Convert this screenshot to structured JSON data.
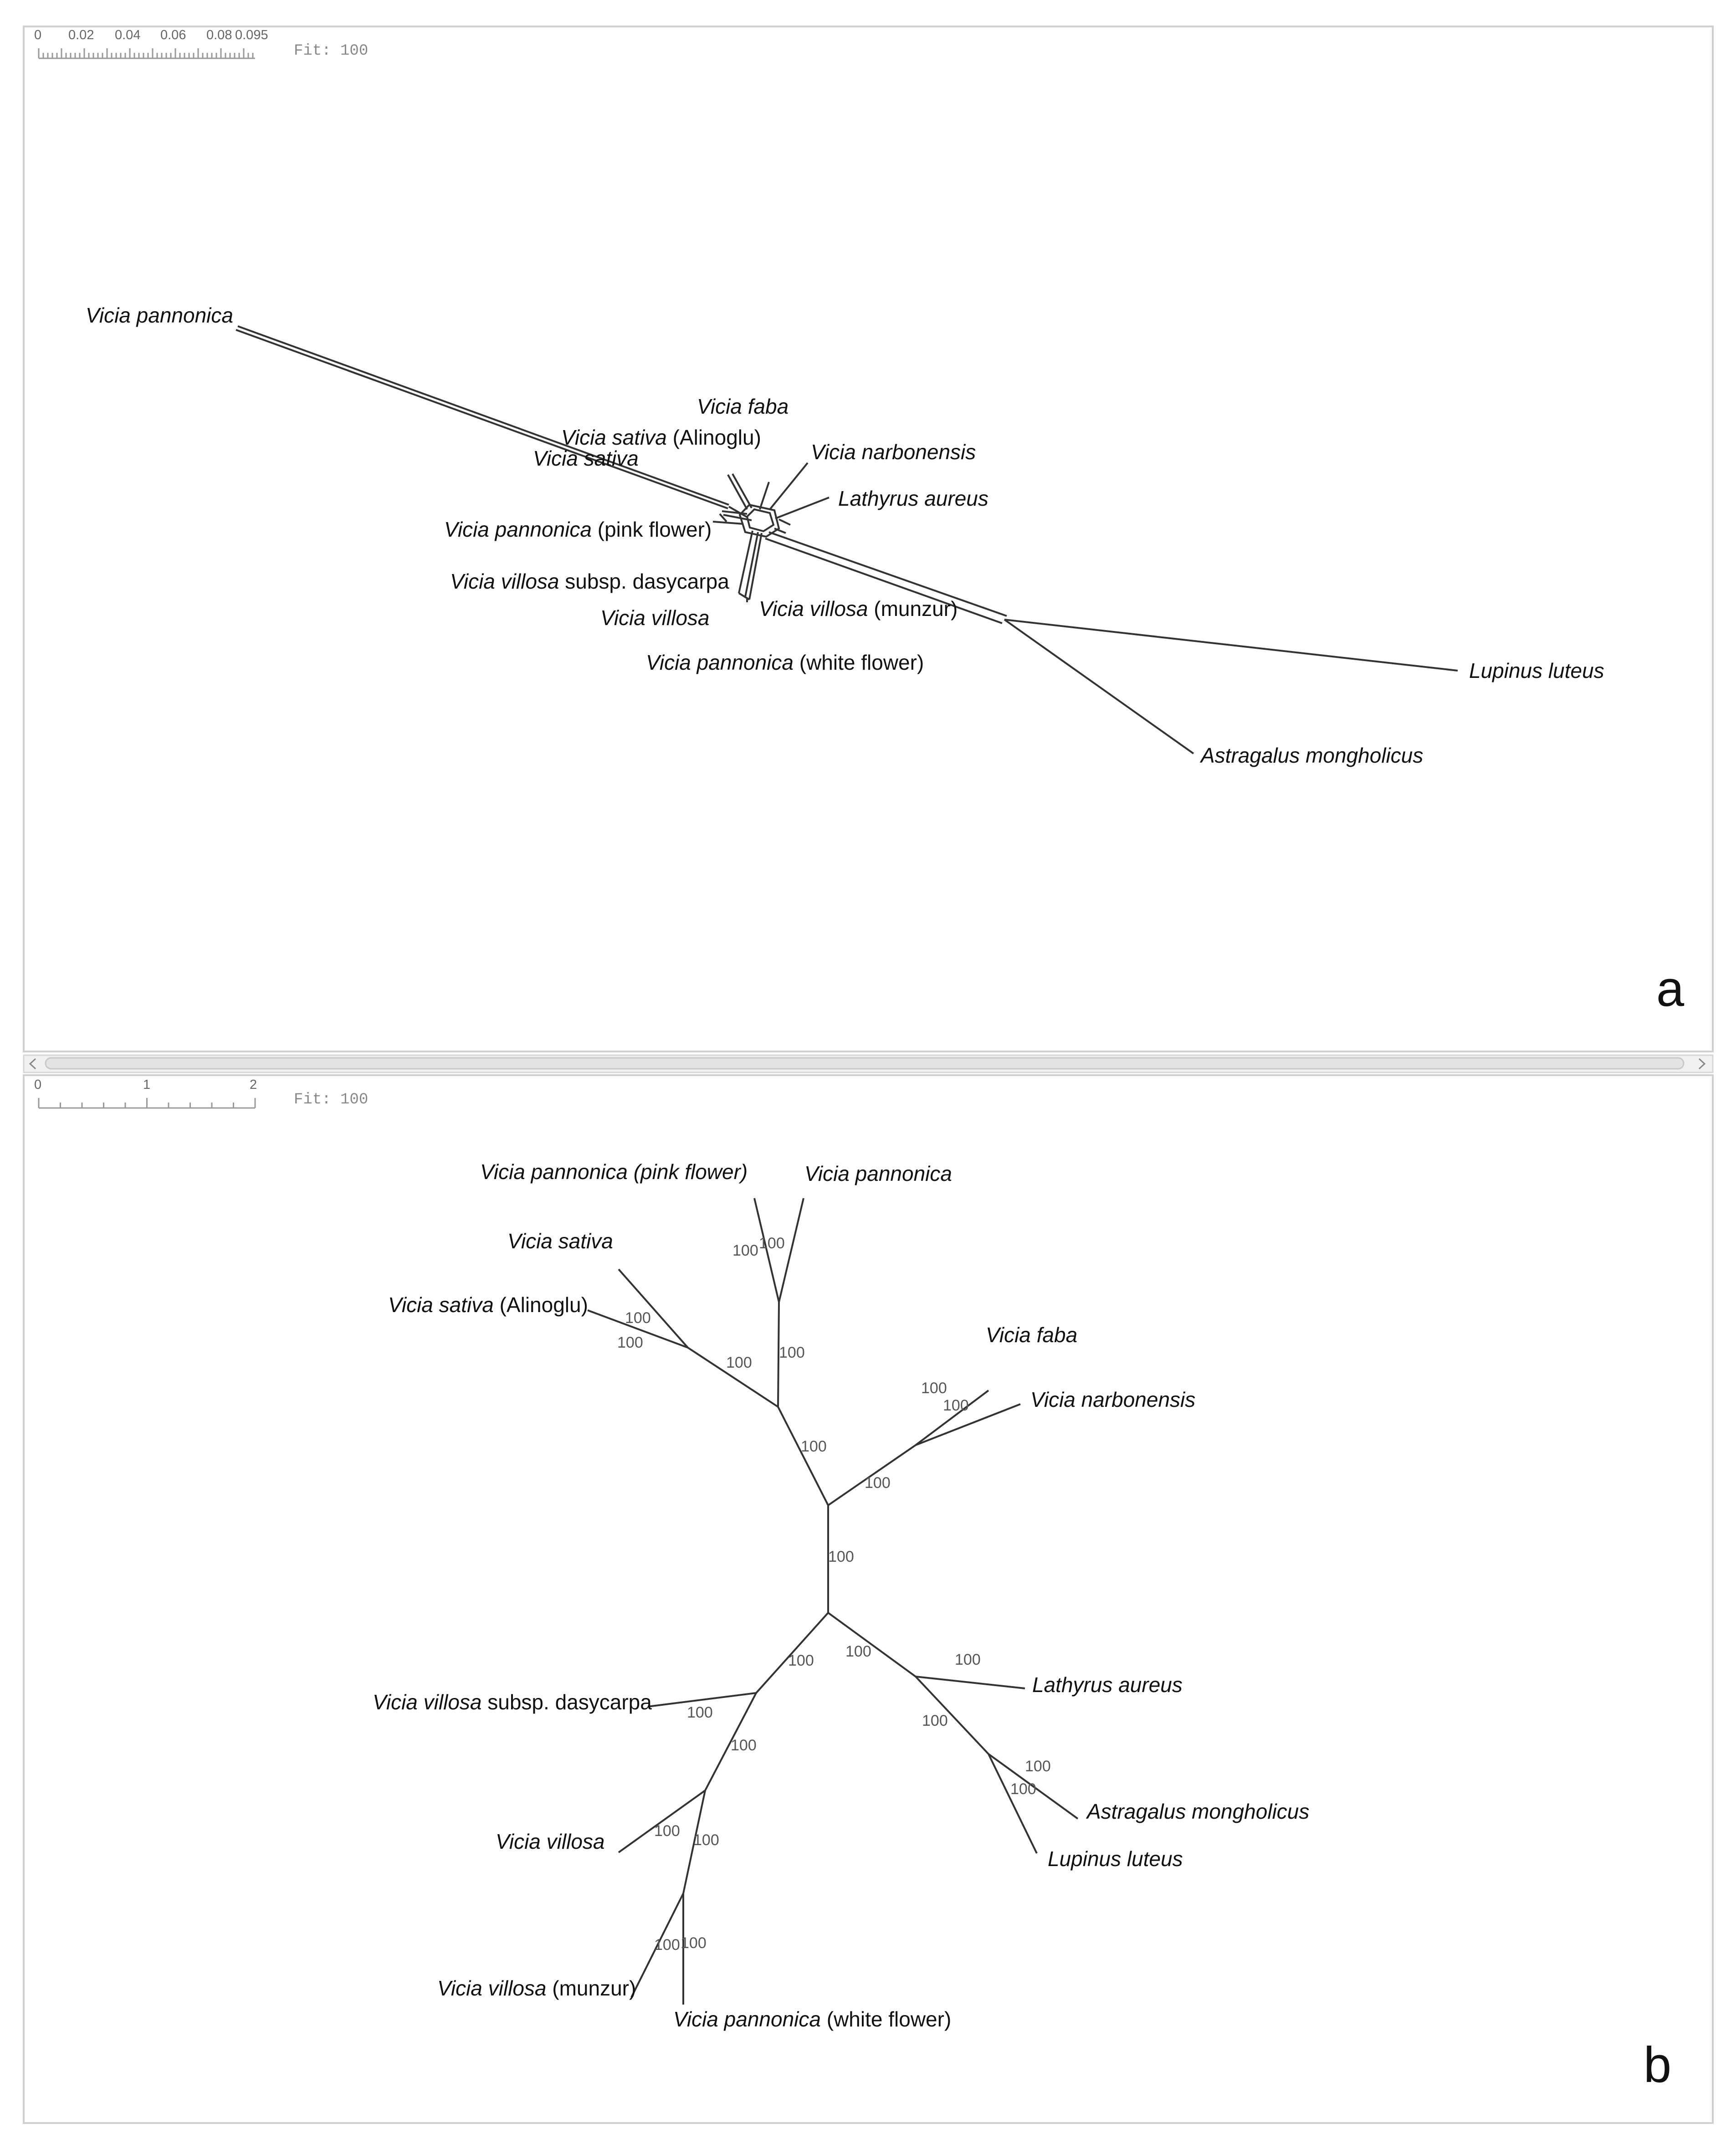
{
  "panel_a": {
    "letter": "a",
    "fit_label": "Fit:",
    "fit_value": "100",
    "scale_ticks": [
      "0",
      "0.02",
      "0.04",
      "0.06",
      "0.08",
      "0.095"
    ],
    "taxa": [
      {
        "id": "pannonica",
        "species": "Vicia pannonica",
        "qualifier": ""
      },
      {
        "id": "faba",
        "species": "Vicia faba",
        "qualifier": ""
      },
      {
        "id": "sativa_alinoglu",
        "species": "Vicia sativa",
        "qualifier": "(Alinoglu)"
      },
      {
        "id": "sativa",
        "species": "Vicia sativa",
        "qualifier": ""
      },
      {
        "id": "narbonensis",
        "species": "Vicia narbonensis",
        "qualifier": ""
      },
      {
        "id": "lathyrus",
        "species": "Lathyrus aureus",
        "qualifier": ""
      },
      {
        "id": "pannonica_pink",
        "species": "Vicia pannonica",
        "qualifier": "(pink flower)"
      },
      {
        "id": "villosa_dasy",
        "species": "Vicia villosa",
        "qualifier": "subsp. dasycarpa"
      },
      {
        "id": "villosa",
        "species": "Vicia villosa",
        "qualifier": ""
      },
      {
        "id": "villosa_munzur",
        "species": "Vicia villosa",
        "qualifier": "(munzur)"
      },
      {
        "id": "pannonica_white",
        "species": "Vicia pannonica",
        "qualifier": "(white flower)"
      },
      {
        "id": "lupinus",
        "species": "Lupinus luteus",
        "qualifier": ""
      },
      {
        "id": "astragalus",
        "species": "Astragalus mongholicus",
        "qualifier": ""
      }
    ]
  },
  "panel_b": {
    "letter": "b",
    "fit_label": "Fit:",
    "fit_value": "100",
    "scale_ticks": [
      "0",
      "1",
      "2"
    ],
    "taxa": [
      {
        "id": "pannonica_pink",
        "species": "Vicia pannonica (pink flower)",
        "qualifier": ""
      },
      {
        "id": "pannonica",
        "species": "Vicia pannonica",
        "qualifier": ""
      },
      {
        "id": "sativa",
        "species": "Vicia sativa",
        "qualifier": ""
      },
      {
        "id": "sativa_alinoglu",
        "species": "Vicia sativa",
        "qualifier": "(Alinoglu)"
      },
      {
        "id": "faba",
        "species": "Vicia faba",
        "qualifier": ""
      },
      {
        "id": "narbonensis",
        "species": "Vicia narbonensis",
        "qualifier": ""
      },
      {
        "id": "villosa_dasy",
        "species": "Vicia villosa",
        "qualifier": "subsp. dasycarpa"
      },
      {
        "id": "lathyrus",
        "species": "Lathyrus aureus",
        "qualifier": ""
      },
      {
        "id": "astragalus",
        "species": "Astragalus mongholicus",
        "qualifier": ""
      },
      {
        "id": "lupinus",
        "species": "Lupinus luteus",
        "qualifier": ""
      },
      {
        "id": "villosa",
        "species": "Vicia villosa",
        "qualifier": ""
      },
      {
        "id": "villosa_munzur",
        "species": "Vicia villosa",
        "qualifier": "(munzur)"
      },
      {
        "id": "pannonica_white",
        "species": "Vicia pannonica",
        "qualifier": "(white flower)"
      }
    ],
    "bootstrap_values": [
      "100",
      "100",
      "100",
      "100",
      "100",
      "100",
      "100",
      "100",
      "100",
      "100",
      "100",
      "100",
      "100",
      "100",
      "100",
      "100",
      "100",
      "100",
      "100",
      "100",
      "100",
      "100",
      "100"
    ]
  },
  "colors": {
    "edge": "#333333",
    "frame": "#d0d0d0",
    "scrollbar": "#e4e4e4"
  }
}
